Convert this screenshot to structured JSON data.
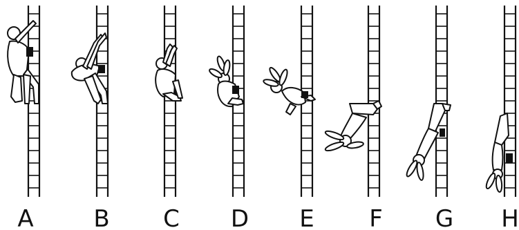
{
  "figure": {
    "panels": [
      {
        "label": "A"
      },
      {
        "label": "B"
      },
      {
        "label": "C"
      },
      {
        "label": "D"
      },
      {
        "label": "E"
      },
      {
        "label": "F"
      },
      {
        "label": "G"
      },
      {
        "label": "H"
      }
    ]
  }
}
